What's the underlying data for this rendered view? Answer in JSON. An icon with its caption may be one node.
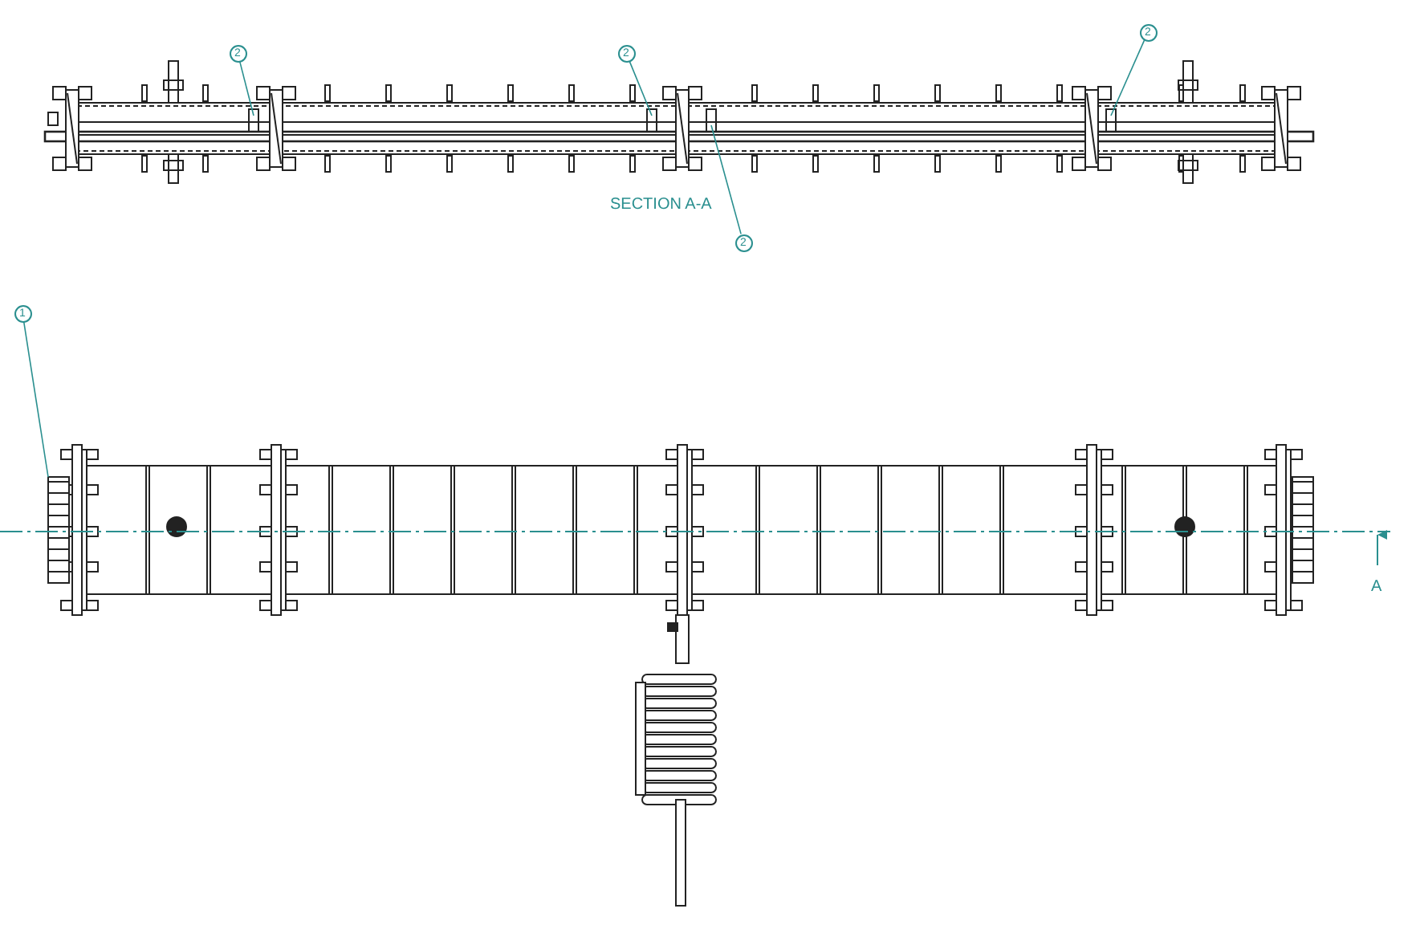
{
  "diagram": {
    "nodes": [
      {
        "text": [
          "2"
        ]
      },
      {
        "text": [
          "2"
        ]
      },
      {
        "text": [
          "2"
        ]
      },
      {
        "text": [
          "2"
        ]
      },
      {
        "text": [
          "1"
        ]
      }
    ],
    "edges": [
      {
        "from": 0,
        "to": null,
        "arrow": "none"
      },
      {
        "from": 1,
        "to": null,
        "arrow": "none"
      },
      {
        "from": 2,
        "to": null,
        "arrow": "none"
      },
      {
        "from": 3,
        "to": null,
        "arrow": "none"
      },
      {
        "from": 4,
        "to": null,
        "arrow": "none"
      }
    ],
    "labels": [
      "SECTION A-A",
      "A"
    ]
  }
}
